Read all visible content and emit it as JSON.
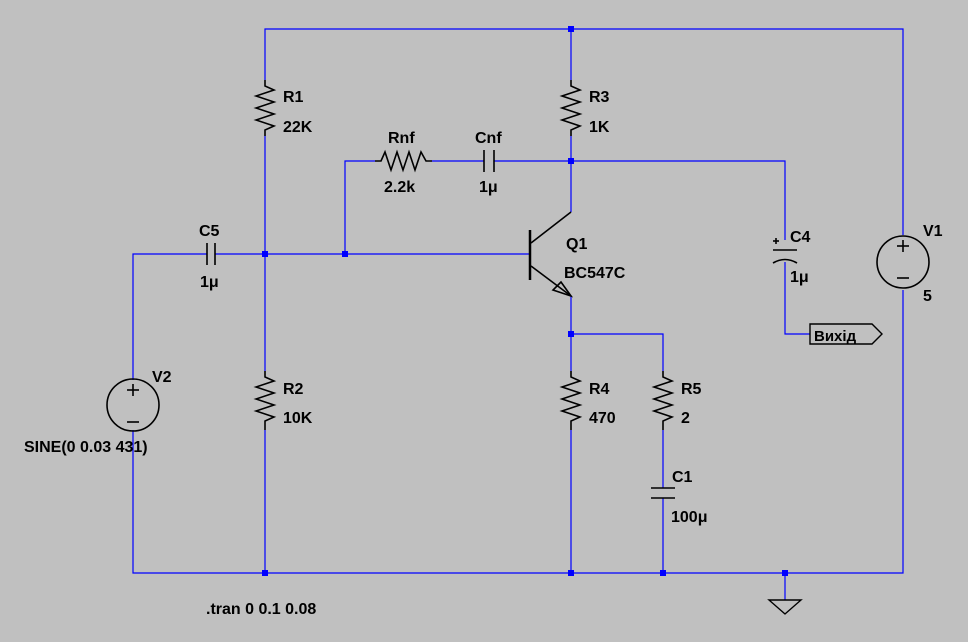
{
  "components": {
    "R1": {
      "name": "R1",
      "value": "22K"
    },
    "R2": {
      "name": "R2",
      "value": "10K"
    },
    "R3": {
      "name": "R3",
      "value": "1K"
    },
    "R4": {
      "name": "R4",
      "value": "470"
    },
    "R5": {
      "name": "R5",
      "value": "2"
    },
    "Rnf": {
      "name": "Rnf",
      "value": "2.2k"
    },
    "Cnf": {
      "name": "Cnf",
      "value": "1μ"
    },
    "C1": {
      "name": "C1",
      "value": "100μ"
    },
    "C4": {
      "name": "C4",
      "value": "1μ"
    },
    "C5": {
      "name": "C5",
      "value": "1μ"
    },
    "Q1": {
      "name": "Q1",
      "value": "BC547C"
    },
    "V1": {
      "name": "V1",
      "value": "5"
    },
    "V2": {
      "name": "V2",
      "value": "SINE(0 0.03 431)"
    }
  },
  "net_label": "Вихід",
  "directive": ".tran 0 0.1 0.08",
  "colors": {
    "background": "#c0c0c0",
    "wire": "#0000ff",
    "component": "#000000"
  }
}
